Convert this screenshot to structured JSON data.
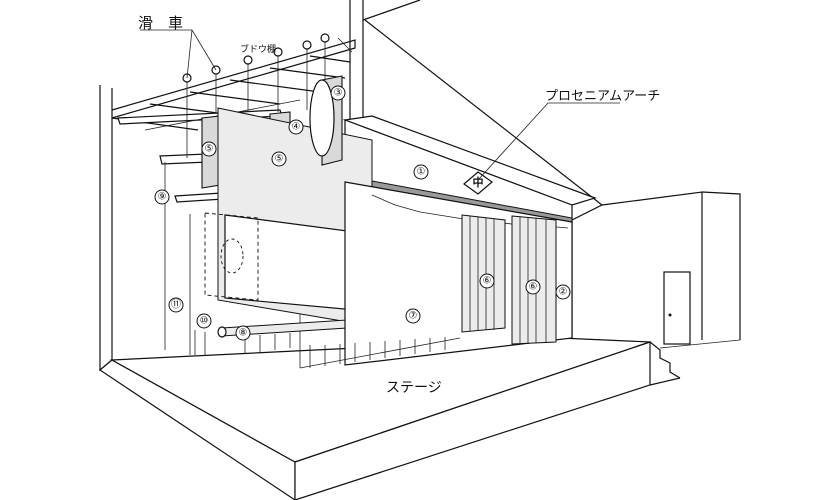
{
  "labels": {
    "pulley": "滑　車",
    "grid": "ブドウ棚",
    "proscenium": "プロセニアムアーチ",
    "stage": "ステージ"
  },
  "markers": [
    "①",
    "②",
    "③",
    "④",
    "⑤",
    "⑤",
    "⑥",
    "⑥",
    "⑦",
    "⑧",
    "⑨",
    "⑩",
    "⑪"
  ],
  "emblem": "中"
}
